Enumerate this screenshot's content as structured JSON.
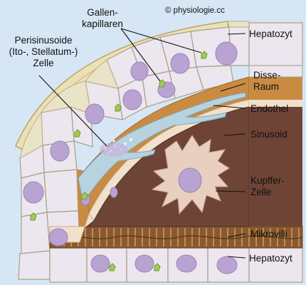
{
  "copyright": "© physiologie.cc",
  "labels": {
    "gallenkapillaren_1": "Gallen-",
    "gallenkapillaren_2": "kapillaren",
    "perisinusoide_1": "Perisinusoide",
    "perisinusoide_2": "(Ito-, Stellatum-)",
    "perisinusoide_3": "Zelle",
    "hepatozyt_top": "Hepatozyt",
    "disse_1": "Disse-",
    "disse_2": "Raum",
    "endothel": "Endothel",
    "sinusoid": "Sinusoid",
    "kupffer_1": "Kupffer-",
    "kupffer_2": "Zelle",
    "mikrovilli": "Mikrovilli",
    "hepatozyt_bottom": "Hepatozyt"
  },
  "colors": {
    "background": "#d6e6f5",
    "hepatocyte": "#ece6ee",
    "nucleus": "#b9a3d3",
    "outer_capsule": "#ece0b4",
    "column_cells": "#e9e4c8",
    "disse_space": "#c98b42",
    "endothel": "#f1e1cc",
    "sinusoid": "#6e4436",
    "kupffer_cell": "#e9cfbf",
    "stellate_cell": "#b7d3df",
    "bile_canaliculi": "#9fca5a"
  }
}
